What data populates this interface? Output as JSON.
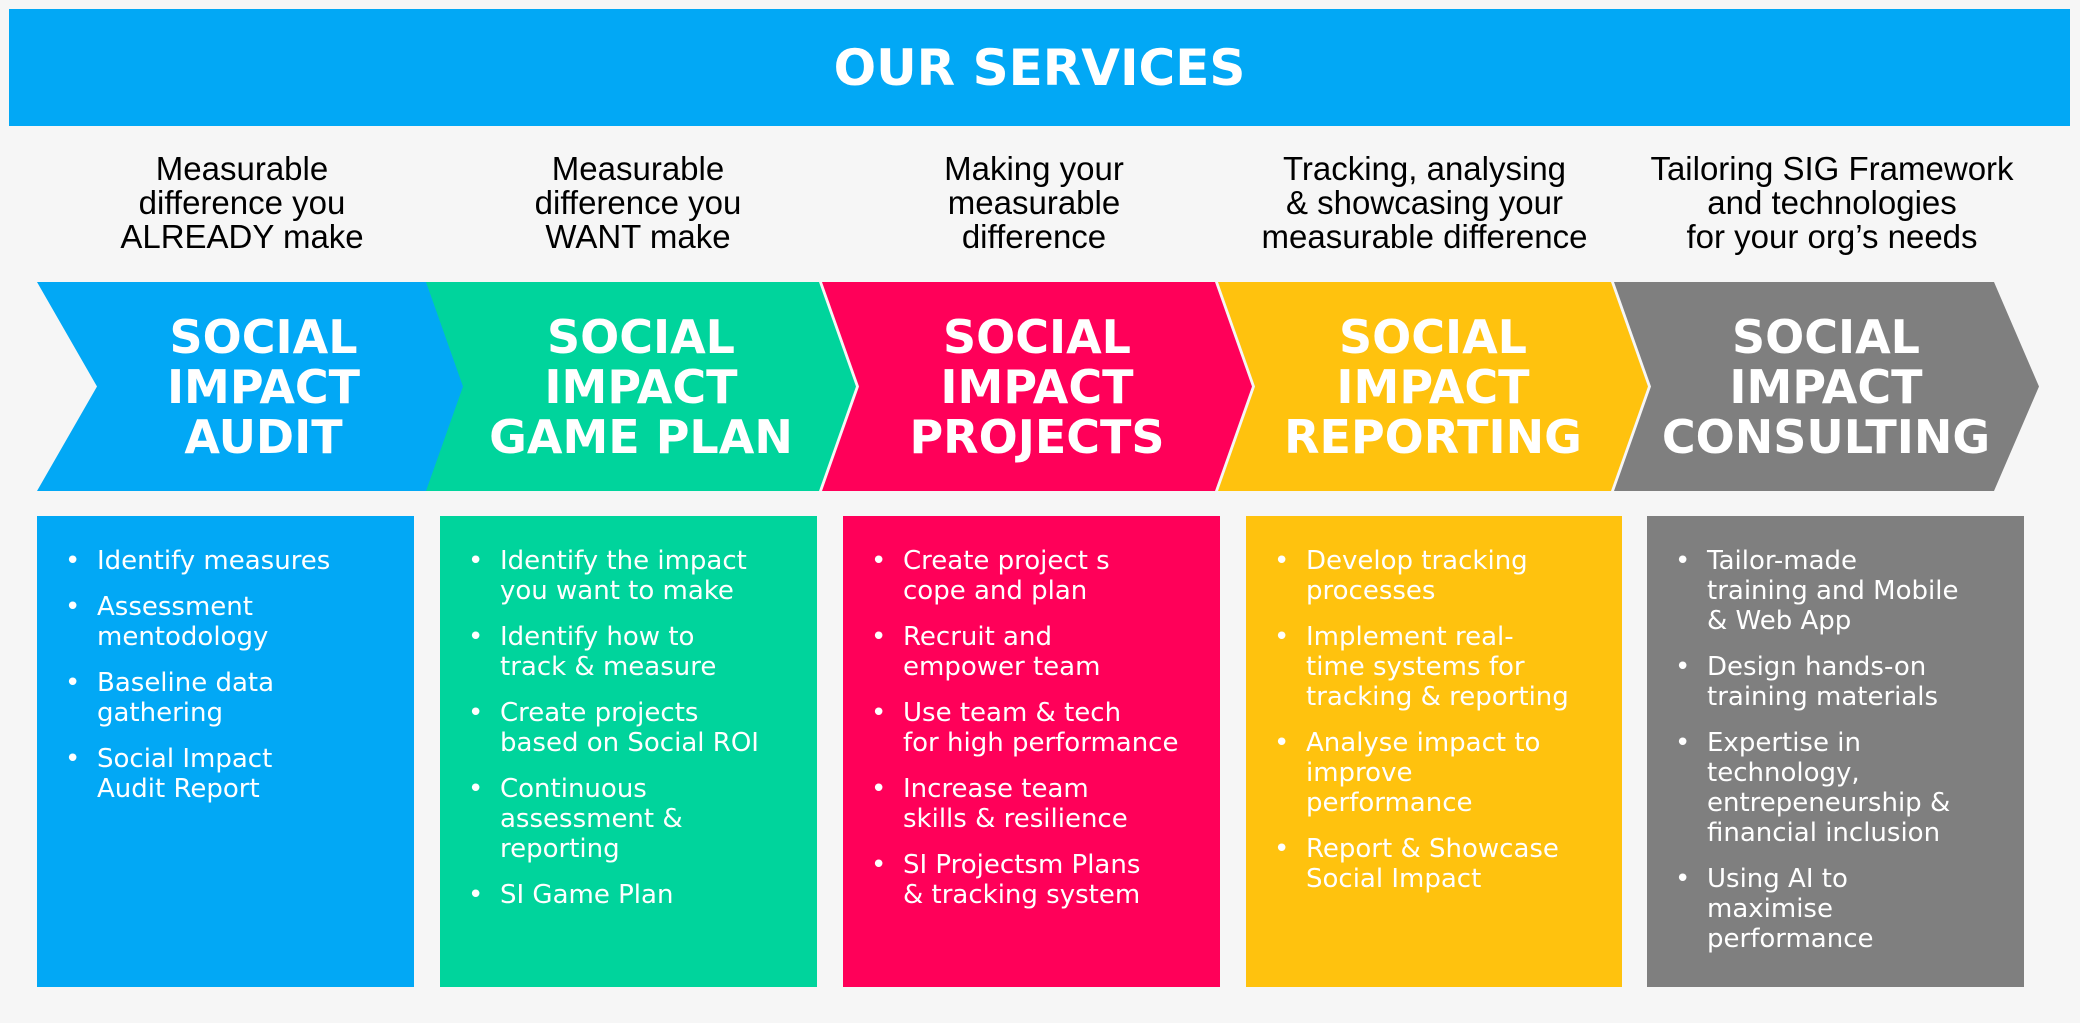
{
  "header": {
    "title": "OUR SERVICES",
    "background_color": "#02a8f5"
  },
  "services": [
    {
      "subtitle": "Measurable\ndifference you\nALREADY make",
      "title": "SOCIAL\nIMPACT\nAUDIT",
      "color": "#02a8f5",
      "bullets": [
        "Identify measures",
        "Assessment\nmentodology",
        "Baseline data\ngathering",
        "Social Impact\nAudit Report"
      ]
    },
    {
      "subtitle": "Measurable\ndifference you\nWANT make",
      "title": "SOCIAL\nIMPACT\nGAME PLAN",
      "color": "#00d49c",
      "bullets": [
        "Identify the impact\nyou want to make",
        "Identify how to\ntrack & measure",
        "Create projects\nbased on Social ROI",
        "Continuous\nassessment &\nreporting",
        "SI Game Plan"
      ]
    },
    {
      "subtitle": "Making your\nmeasurable\ndifference",
      "title": "SOCIAL\nIMPACT\nPROJECTS",
      "color": "#ff0059",
      "bullets": [
        "Create project s\ncope and plan",
        "Recruit and\nempower team",
        "Use team & tech\nfor high performance",
        "Increase team\nskills & resilience",
        "SI Projectsm Plans\n& tracking system"
      ]
    },
    {
      "subtitle": "Tracking, analysing\n& showcasing your\nmeasurable difference",
      "title": "SOCIAL\nIMPACT\nREPORTING",
      "color": "#ffc20e",
      "bullets": [
        "Develop tracking\nprocesses",
        "Implement real-\ntime systems for\ntracking & reporting",
        "Analyse impact to\nimprove\nperformance",
        "Report & Showcase\nSocial Impact"
      ]
    },
    {
      "subtitle": "Tailoring SIG Framework\nand technologies\nfor your org’s needs",
      "title": "SOCIAL\nIMPACT\nCONSULTING",
      "color": "#7f7f7f",
      "bullets": [
        "Tailor-made\ntraining and Mobile\n& Web App",
        "Design hands-on\ntraining materials",
        "Expertise in\ntechnology,\nentrepeneurship &\nfinancial inclusion",
        "Using AI to\nmaximise\nperformance"
      ]
    }
  ],
  "bullet_glyph": "•",
  "background_color": "#f6f6f6"
}
